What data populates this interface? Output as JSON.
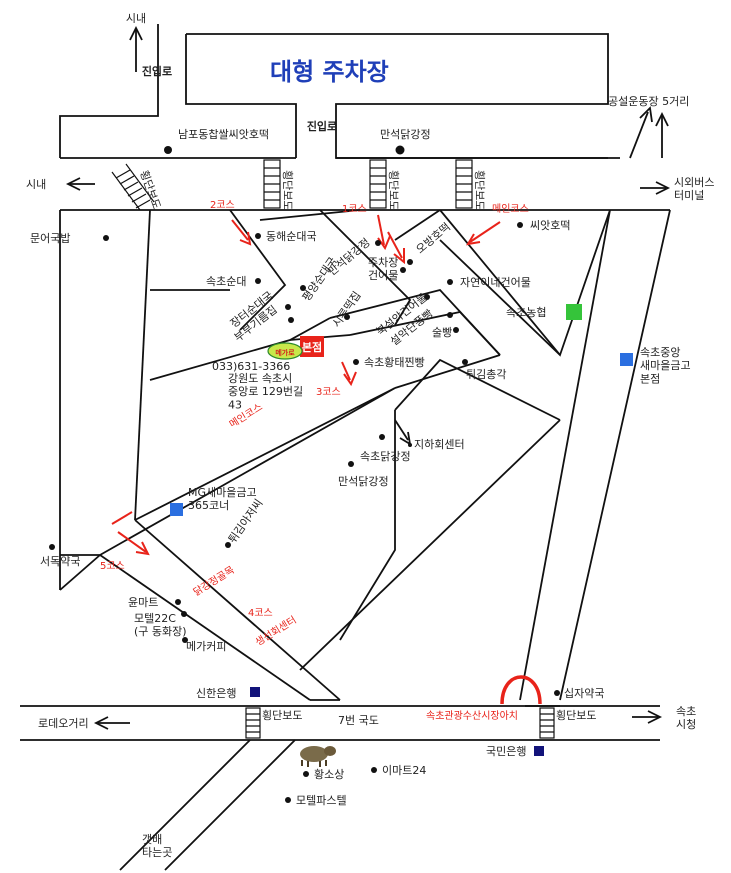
{
  "parking": {
    "title": "대형 주차장",
    "entrance_left": "진입로",
    "entrance_right": "진입로"
  },
  "directions": {
    "top_north": "시내",
    "left_city": "시내",
    "top_right": "공설운동장 5거리",
    "right_terminal": "시외버스\n터미널",
    "bottom_left": "로데오거리",
    "bottom_right": "속초\n시청",
    "bottom_boat": "갯배\n타는곳",
    "road_name": "7번 국도"
  },
  "crosswalks": {
    "label": "횡단보도"
  },
  "courses": {
    "c1": "1코스",
    "c2": "2코스",
    "c3": "3코스",
    "c4": "4코스",
    "c5": "5코스",
    "main_top": "메인코스",
    "main_mid": "메인코스",
    "c5_street": "닭강정골목",
    "c4_street": "생선회센터"
  },
  "places": {
    "nampo": "남포동찹쌀씨앗호떡",
    "manseok_top": "만석닭강정",
    "munokukbap": "문어국밥",
    "donghae": "동해순대국",
    "sokcho_sundae": "속초순대",
    "manseok_dak": "만석닭강정",
    "pyeongyang": "평양순대국",
    "sikmul": "시루떡집",
    "parking_bldg": "주차장\n건어물",
    "obang": "오방호떡",
    "ssiat": "씨앗호떡",
    "jayeon": "자연이네건어물",
    "nonghyup": "속초농협",
    "jangteo": "장터순대국",
    "bubu": "부부기름집",
    "sokcho_bus": "속초중앙\n새마을금고\n본점",
    "buksuk": "북설악건어물",
    "seorak": "설악단풍빵",
    "sulppang": "술빵",
    "hwangtae": "속초황태찐빵",
    "twigim": "튀김총각",
    "jihoe": "지하회센터",
    "sokcho_dak": "속초닭강정",
    "manseok_dak2": "만석닭강정",
    "mg": "MG새마을금고\n365코너",
    "twigim_asi": "튀김아저씨",
    "seodong": "서독약국",
    "yunmart": "윤마트",
    "motel22": "모텔22C\n(구 동화장)",
    "mega_cafe": "메가커피",
    "shinhan": "신한은행",
    "sipja": "십자약국",
    "gate": "속초관광수산시장아치",
    "kukmin": "국민은행",
    "hwangsosang": "황소상",
    "emart": "이마트24",
    "motel_pastel": "모텔파스텔"
  },
  "store": {
    "badge": "본점",
    "logo": "메가로",
    "phone": "033)631-3366",
    "address": "강원도 속초시\n중앙로 129번길\n43"
  },
  "colors": {
    "accent": "#e8231a",
    "title_blue": "#1f3fb8",
    "bank_blue": "#2b6fe0",
    "nonghyup_green": "#35c43a",
    "navy": "#12137a"
  }
}
